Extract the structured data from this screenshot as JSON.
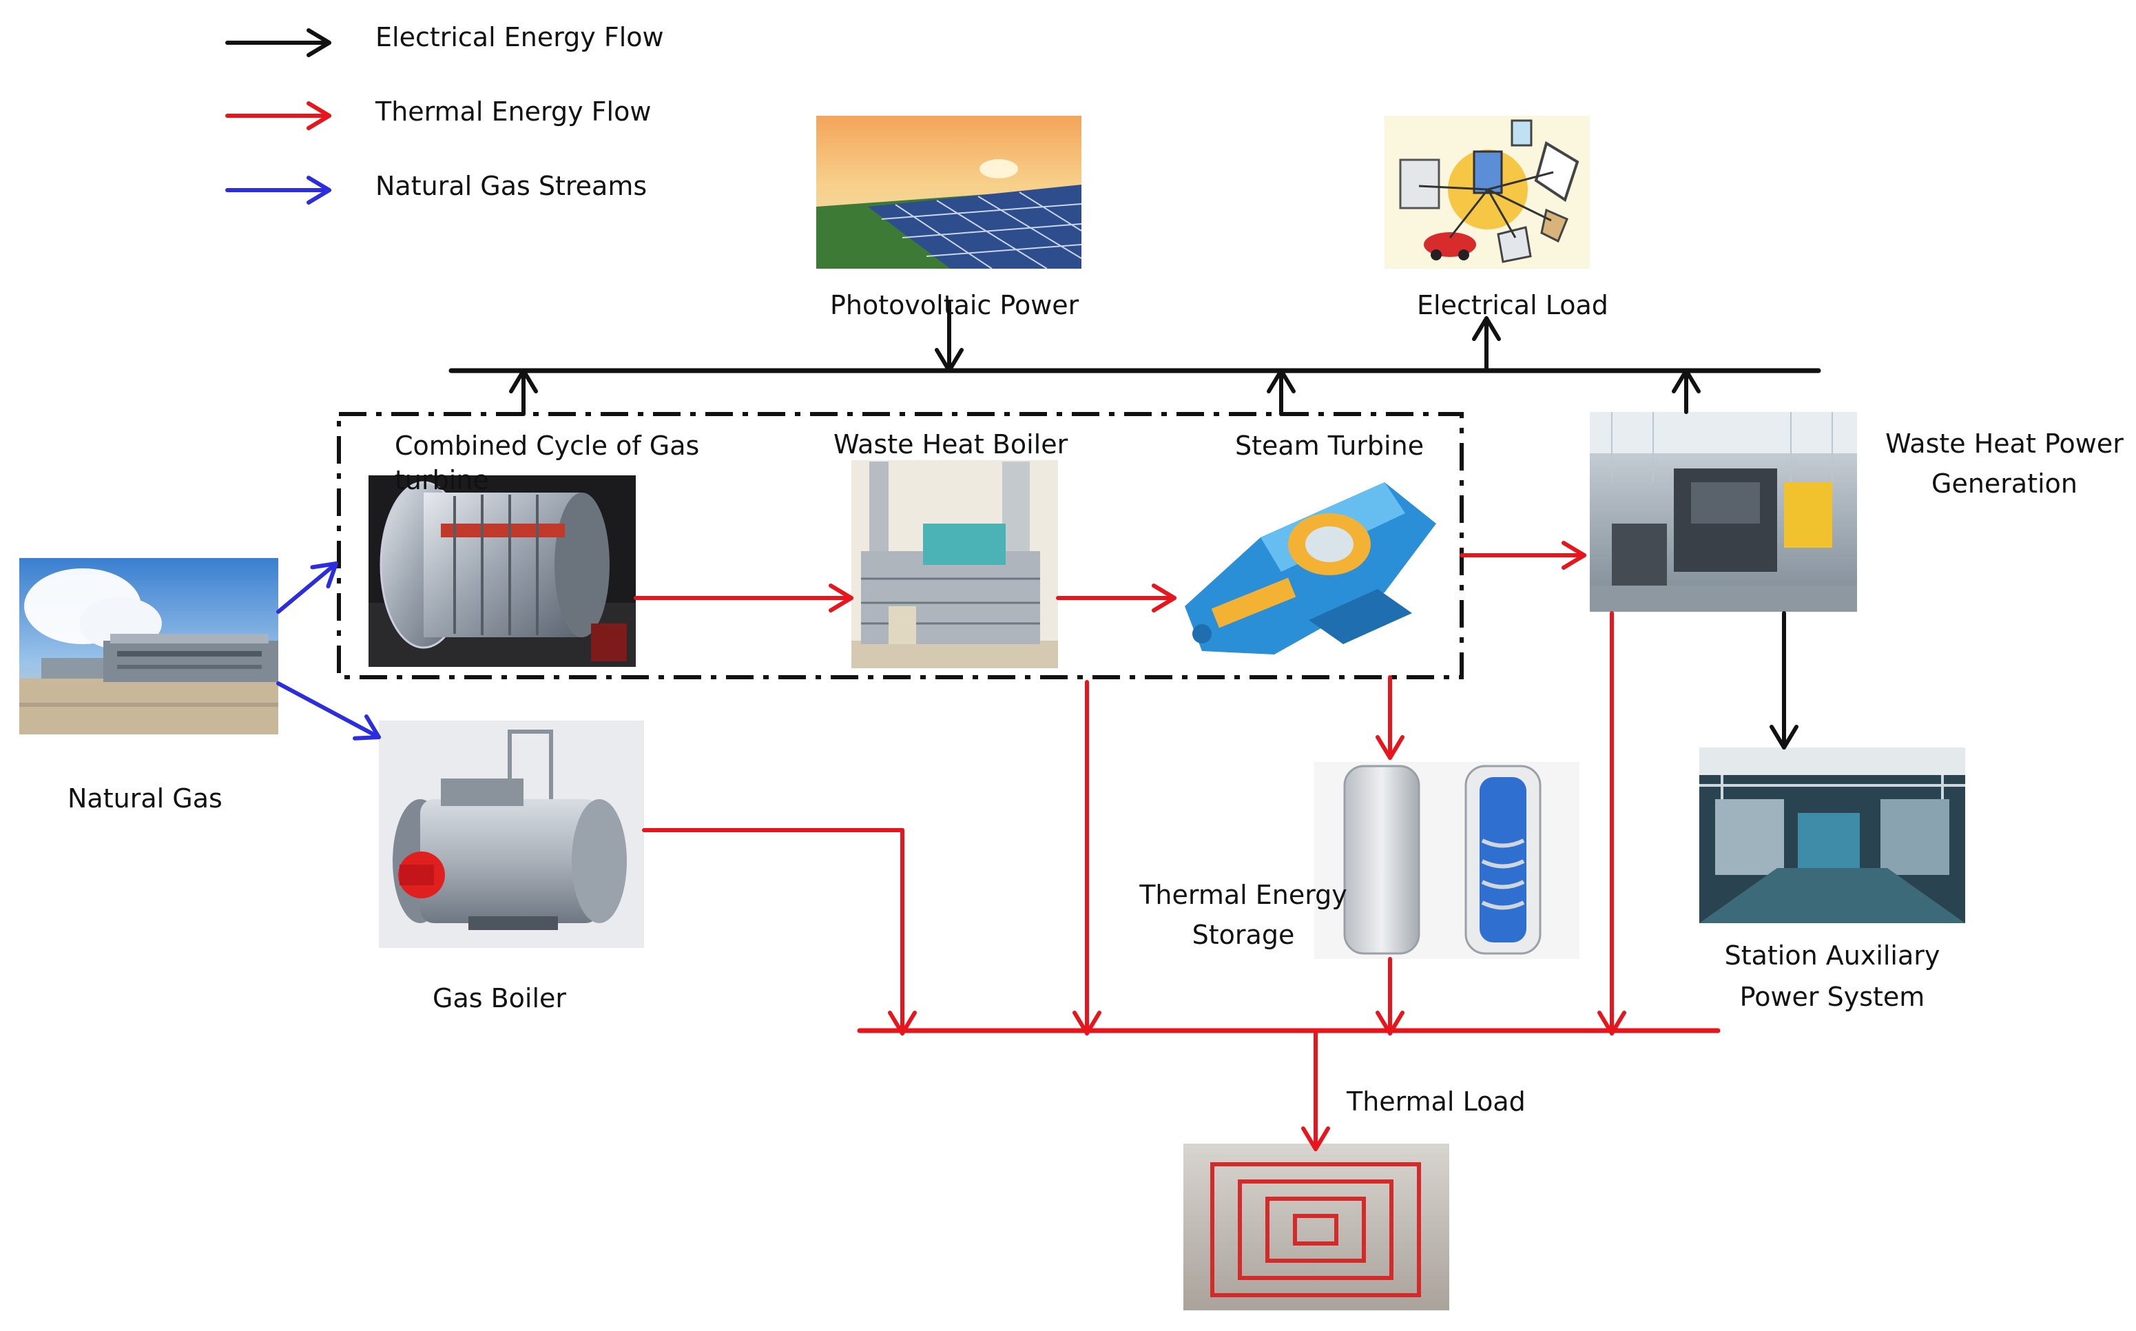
{
  "legend": [
    {
      "label": "Electrical Energy Flow",
      "color": "#111111"
    },
    {
      "label": "Thermal Energy Flow",
      "color": "#e8161c"
    },
    {
      "label": "Natural Gas Streams",
      "color": "#2d2de0"
    }
  ],
  "nodes": {
    "natural_gas": {
      "label": "Natural Gas",
      "icon": "natural-gas-plant-photo"
    },
    "gas_turbine": {
      "label": "Combined Cycle of Gas turbine",
      "icon": "gas-turbine-photo"
    },
    "waste_heat_boiler": {
      "label": "Waste Heat Boiler",
      "icon": "waste-heat-boiler-photo"
    },
    "steam_turbine": {
      "label": "Steam Turbine",
      "icon": "steam-turbine-photo"
    },
    "photovoltaic": {
      "label": "Photovoltaic Power",
      "icon": "solar-panel-photo"
    },
    "electrical_load": {
      "label": "Electrical Load",
      "icon": "electrical-appliances-icon"
    },
    "waste_heat_power": {
      "label_line1": "Waste Heat Power",
      "label_line2": "Generation",
      "icon": "waste-heat-power-photo"
    },
    "gas_boiler": {
      "label": "Gas Boiler",
      "icon": "gas-boiler-photo"
    },
    "thermal_storage": {
      "label_line1": "Thermal Energy",
      "label_line2": "Storage",
      "icon": "thermal-storage-tank-photo"
    },
    "station_aux": {
      "label_line1": "Station Auxiliary",
      "label_line2": "Power System",
      "icon": "industrial-facility-photo"
    },
    "thermal_load": {
      "label": "Thermal Load",
      "icon": "floor-heating-photo"
    }
  },
  "colors": {
    "electric": "#111111",
    "thermal": "#e8161c",
    "gas": "#2d2de0",
    "dashed_box": "#111111"
  }
}
